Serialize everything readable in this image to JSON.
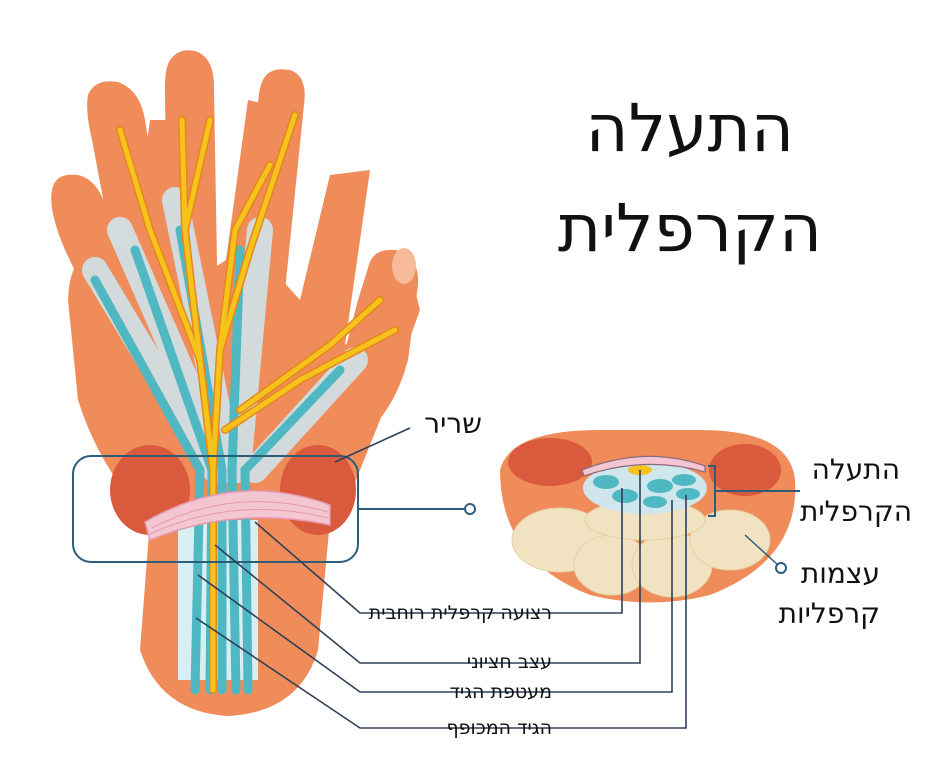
{
  "title": {
    "line1": "התעלה",
    "line2": "הקרפלית"
  },
  "labels": {
    "muscle": "שריר",
    "carpal_tunnel_line1": "התעלה",
    "carpal_tunnel_line2": "הקרפלית",
    "carpal_bones_line1": "עצמות",
    "carpal_bones_line2": "קרפליות",
    "transverse_carpal_ligament": "רצועה קרפלית רוחבית",
    "median_nerve": "עצב חציוני",
    "tendon_sheath": "מעטפת הגיד",
    "flexor_tendon": "הגיד המכופף"
  },
  "colors": {
    "skin": "#ef8c5a",
    "skin_dark": "#e4744a",
    "muscle": "#d95a3c",
    "tendon": "#4fb8c2",
    "tendon_light": "#cfe3ea",
    "nerve": "#f6c21c",
    "nerve_outline": "#e5871c",
    "ligament": "#f3c6d1",
    "bone": "#f1e3c2",
    "line": "#2e4057"
  }
}
